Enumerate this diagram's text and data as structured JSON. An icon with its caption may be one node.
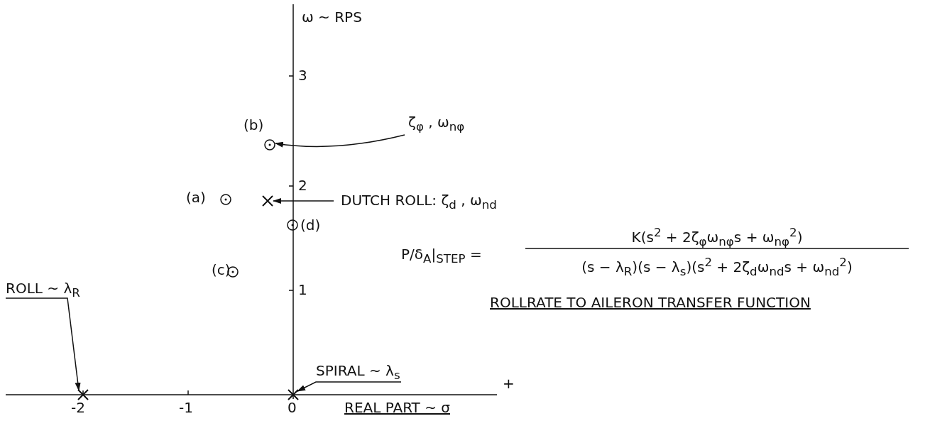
{
  "diagram": {
    "nodes": [
      {
        "text": [
          "ζ$_{φ}$ , ω$_{nφ}$"
        ]
      },
      {
        "text": [],
        "shape": "circle"
      },
      {
        "text": [
          "DUTCH ROLL: ζ$_{d}$ , ω$_{nd}$"
        ]
      },
      {
        "text": [],
        "shape": "cross"
      },
      {
        "text": [
          "ROLL ~ λ$_{R}$"
        ]
      },
      {
        "text": [],
        "shape": "cross"
      },
      {
        "text": [
          "SPIRAL ~ λ$_{s}$"
        ]
      },
      {
        "text": [],
        "shape": "cross"
      },
      {
        "text": [],
        "shape": "circle"
      },
      {
        "text": [],
        "shape": "circle"
      },
      {
        "text": [],
        "shape": "circle"
      }
    ],
    "edges": [
      {
        "from": 0,
        "to": 1,
        "arrow": "to"
      },
      {
        "from": 2,
        "to": 3,
        "arrow": "to"
      },
      {
        "from": 4,
        "to": 5,
        "arrow": "to"
      },
      {
        "from": 6,
        "to": 7,
        "arrow": "to"
      }
    ],
    "labels": [
      "ω ~ RPS",
      "3",
      "(b)",
      "2",
      "(a)",
      "(d)",
      "(c)",
      "1",
      "-2",
      "-1",
      "0",
      "+",
      "REAL PART ~ σ",
      "P/δ$_{A}$|$_{STEP}$ =",
      "K(s$^{2}$ + 2ζ$_{φ}$ω$_{nφ}$s + ω$_{nφ}$$^{2}$)",
      "(s − λ$_{R}$)(s − λ$_{s}$)(s$^{2}$ + 2ζ$_{d}$ω$_{nd}$s + ω$_{nd}$$^{2}$)",
      "ROLLRATE TO AILERON TRANSFER FUNCTION"
    ]
  }
}
